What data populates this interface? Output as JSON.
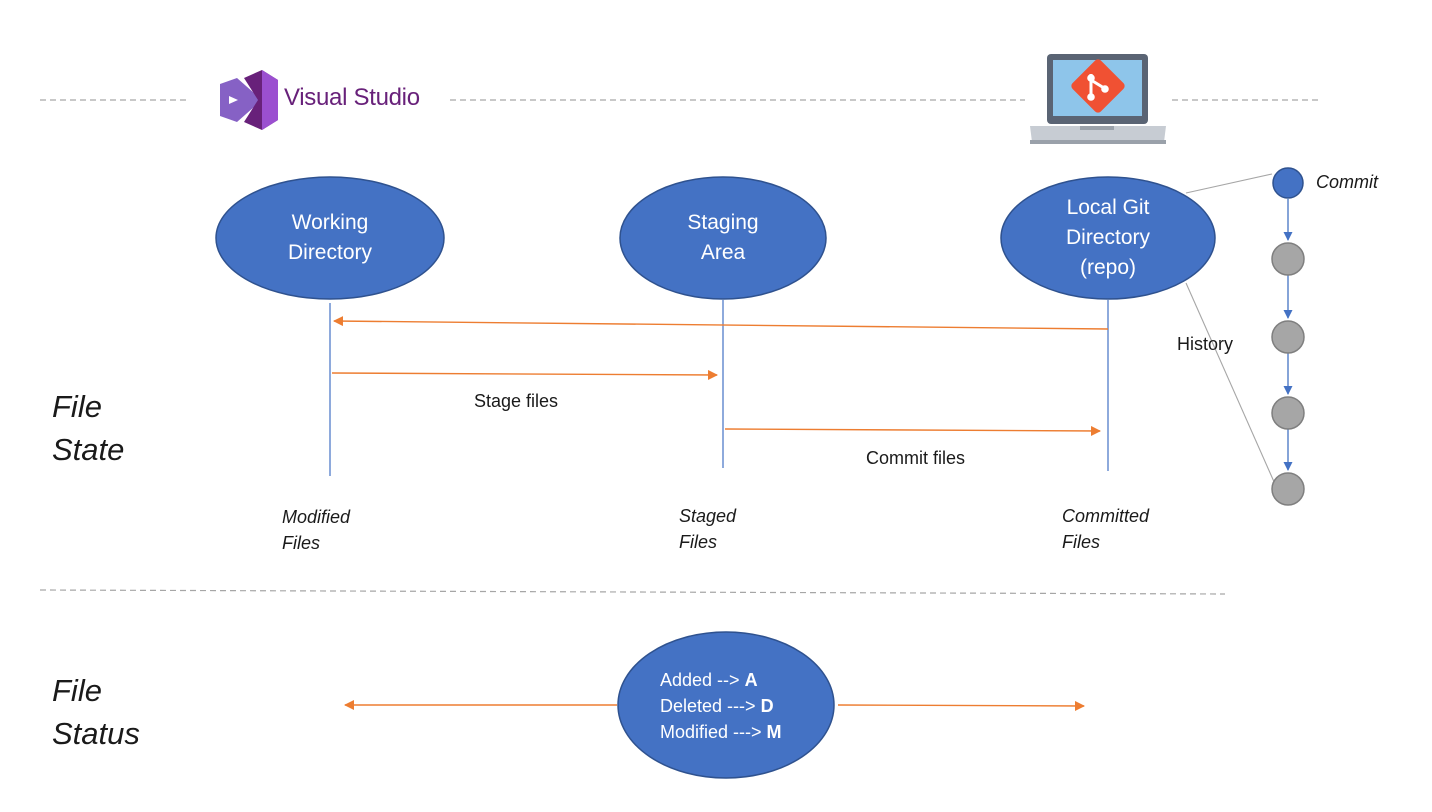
{
  "header": {
    "vs_logo_text": "Visual Studio",
    "vs_color": "#68217a",
    "git_icon": "git-logo-on-laptop-icon",
    "git_color": "#f05133"
  },
  "nodes": {
    "working_directory": "Working\nDirectory",
    "staging_area": "Staging\nArea",
    "local_git_directory": "Local Git\nDirectory\n(repo)"
  },
  "arrows": {
    "stage_files": "Stage files",
    "commit_files": "Commit files"
  },
  "history": {
    "commit_label": "Commit",
    "history_label": "History"
  },
  "file_state": {
    "section_label": "File\nState",
    "modified_files": "Modified\nFiles",
    "staged_files": "Staged\nFiles",
    "committed_files": "Committed\nFiles"
  },
  "file_status": {
    "section_label": "File\nStatus",
    "added_text": "Added -->",
    "added_code": "A",
    "deleted_text": "Deleted --->",
    "deleted_code": "D",
    "modified_text": "Modified --->",
    "modified_code": "M"
  },
  "colors": {
    "node_fill": "#4472c4",
    "node_stroke": "#2f528f",
    "arrow": "#ed7d31",
    "history_node": "#a6a6a6",
    "divider": "#a6a6a6"
  }
}
